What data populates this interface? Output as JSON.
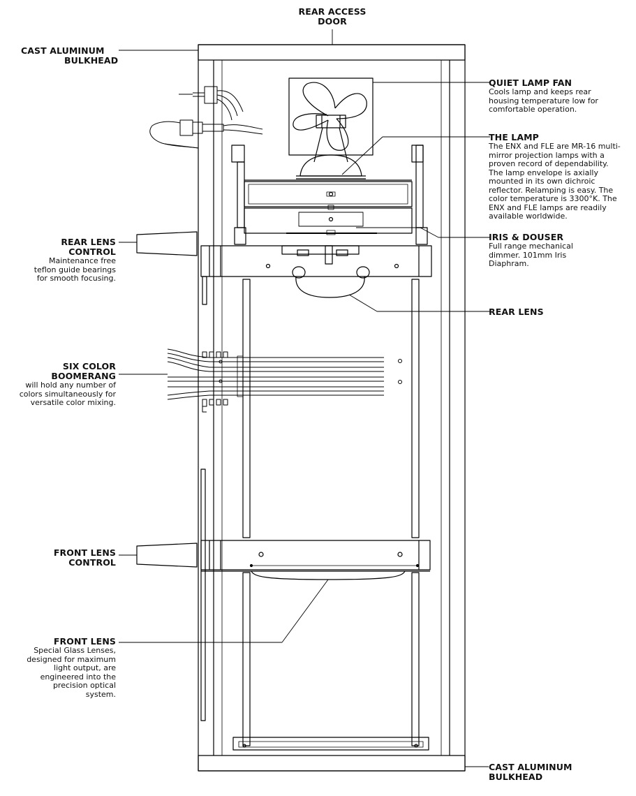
{
  "labels": {
    "rear_access_door": {
      "title_1": "REAR ACCESS",
      "title_2": "DOOR"
    },
    "bulkhead_top": {
      "title_1": "CAST ALUMINUM",
      "title_2": "BULKHEAD"
    },
    "bulkhead_bottom": {
      "title_1": "CAST ALUMINUM",
      "title_2": "BULKHEAD"
    },
    "quiet_lamp_fan": {
      "title": "QUIET LAMP FAN",
      "desc": [
        "Cools lamp and keeps rear",
        "housing temperature low for",
        "comfortable operation."
      ]
    },
    "the_lamp": {
      "title": "THE LAMP",
      "desc": [
        "The ENX and FLE are MR-16 multi-",
        "mirror projection lamps with a",
        "proven record of dependability.",
        "The lamp envelope is axially",
        "mounted in its own dichroic",
        "reflector.  Relamping is easy. The",
        "color temperature is 3300°K.  The",
        "ENX and FLE lamps are readily",
        "available worldwide."
      ]
    },
    "iris_douser": {
      "title": "IRIS & DOUSER",
      "desc": [
        "Full range mechanical",
        "dimmer. 101mm Iris",
        "Diaphram."
      ]
    },
    "rear_lens": {
      "title": "REAR LENS"
    },
    "rear_lens_control": {
      "title_1": "REAR LENS",
      "title_2": "CONTROL",
      "desc": [
        "Maintenance free",
        "teflon guide bearings",
        "for smooth focusing."
      ]
    },
    "six_color_boomerang": {
      "title_1": "SIX COLOR",
      "title_2": "BOOMERANG",
      "desc": [
        "will hold any number of",
        "colors simultaneously for",
        "versatile color mixing."
      ]
    },
    "front_lens_control": {
      "title_1": "FRONT LENS",
      "title_2": "CONTROL"
    },
    "front_lens": {
      "title": "FRONT LENS",
      "desc": [
        "Special Glass Lenses,",
        "designed for maximum",
        "light output, are",
        "engineered into the",
        "precision optical",
        "system."
      ]
    }
  },
  "colors": {
    "line": "#000000",
    "background": "#ffffff"
  }
}
